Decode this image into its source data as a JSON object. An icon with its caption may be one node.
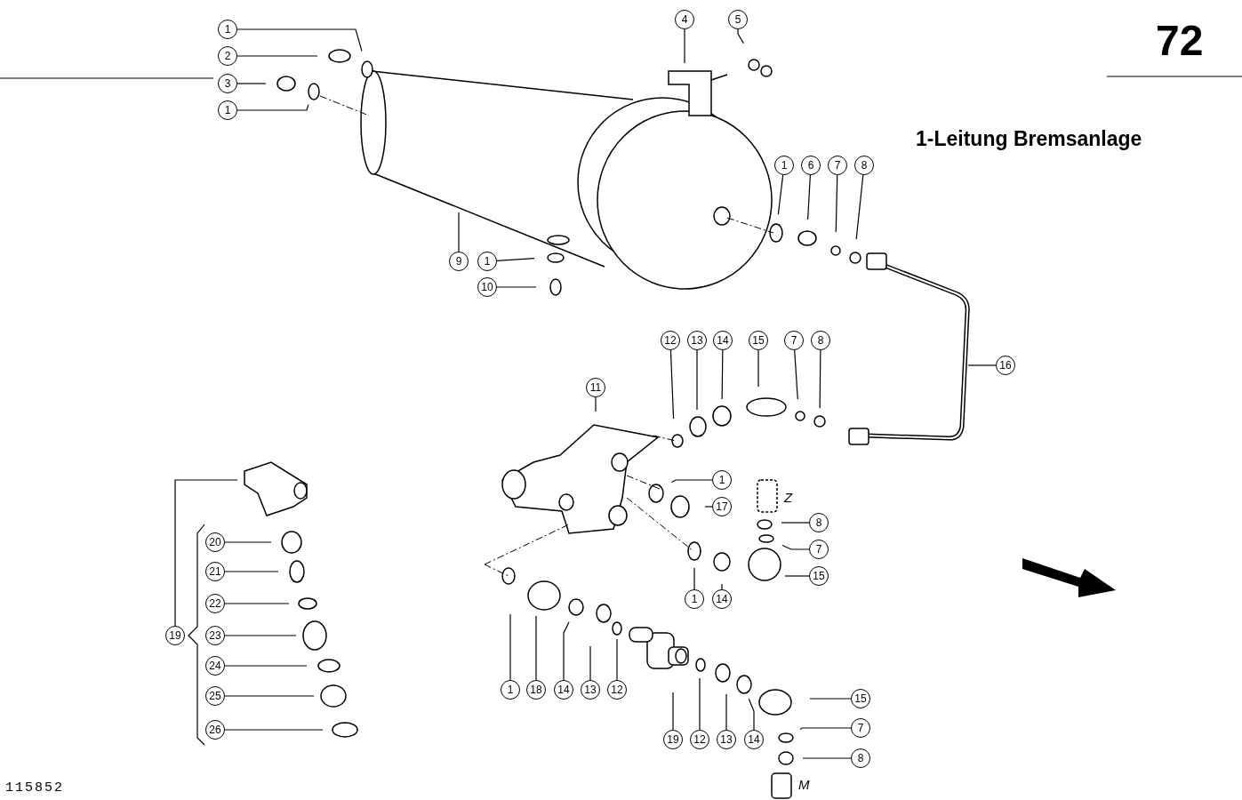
{
  "diagram": {
    "title": "1-Leitung Bremsanlage",
    "nodes": [
      {
        "text": [
          "1"
        ]
      },
      {
        "text": [
          "2"
        ]
      },
      {
        "text": [
          "3"
        ]
      },
      {
        "text": [
          "1"
        ]
      },
      {
        "text": [
          "4"
        ]
      },
      {
        "text": [
          "5"
        ]
      },
      {
        "text": [
          "9"
        ]
      },
      {
        "text": [
          "1"
        ]
      },
      {
        "text": [
          "10"
        ]
      },
      {
        "text": [
          "1"
        ]
      },
      {
        "text": [
          "6"
        ]
      },
      {
        "text": [
          "7"
        ]
      },
      {
        "text": [
          "8"
        ]
      },
      {
        "text": [
          "16"
        ]
      },
      {
        "text": [
          "12"
        ]
      },
      {
        "text": [
          "13"
        ]
      },
      {
        "text": [
          "14"
        ]
      },
      {
        "text": [
          "15"
        ]
      },
      {
        "text": [
          "7"
        ]
      },
      {
        "text": [
          "8"
        ]
      },
      {
        "text": [
          "11"
        ]
      },
      {
        "text": [
          "1"
        ]
      },
      {
        "text": [
          "17"
        ]
      },
      {
        "text": [
          "8"
        ]
      },
      {
        "text": [
          "7"
        ]
      },
      {
        "text": [
          "15"
        ]
      },
      {
        "text": [
          "1"
        ]
      },
      {
        "text": [
          "14"
        ]
      },
      {
        "text": [
          "1"
        ]
      },
      {
        "text": [
          "18"
        ]
      },
      {
        "text": [
          "14"
        ]
      },
      {
        "text": [
          "13"
        ]
      },
      {
        "text": [
          "12"
        ]
      },
      {
        "text": [
          "19"
        ]
      },
      {
        "text": [
          "12"
        ]
      },
      {
        "text": [
          "13"
        ]
      },
      {
        "text": [
          "14"
        ]
      },
      {
        "text": [
          "15"
        ]
      },
      {
        "text": [
          "7"
        ]
      },
      {
        "text": [
          "8"
        ]
      },
      {
        "text": [
          "19"
        ]
      },
      {
        "text": [
          "20"
        ]
      },
      {
        "text": [
          "21"
        ]
      },
      {
        "text": [
          "22"
        ]
      },
      {
        "text": [
          "23"
        ]
      },
      {
        "text": [
          "24"
        ]
      },
      {
        "text": [
          "25"
        ]
      },
      {
        "text": [
          "26"
        ]
      }
    ],
    "edges": [
      {
        "from": 0,
        "to": null,
        "arrow": "none"
      },
      {
        "from": 1,
        "to": null,
        "arrow": "none"
      },
      {
        "from": 2,
        "to": null,
        "arrow": "none"
      },
      {
        "from": 3,
        "to": null,
        "arrow": "none"
      },
      {
        "from": 4,
        "to": null,
        "arrow": "none"
      },
      {
        "from": 5,
        "to": null,
        "arrow": "none"
      },
      {
        "from": 6,
        "to": null,
        "arrow": "none"
      },
      {
        "from": 7,
        "to": null,
        "arrow": "none"
      },
      {
        "from": 8,
        "to": null,
        "arrow": "none"
      },
      {
        "from": 9,
        "to": null,
        "arrow": "none"
      },
      {
        "from": 10,
        "to": null,
        "arrow": "none"
      },
      {
        "from": 11,
        "to": null,
        "arrow": "none"
      },
      {
        "from": 12,
        "to": null,
        "arrow": "none"
      },
      {
        "from": 13,
        "to": null,
        "arrow": "none"
      },
      {
        "from": 14,
        "to": null,
        "arrow": "none"
      },
      {
        "from": 15,
        "to": null,
        "arrow": "none"
      },
      {
        "from": 16,
        "to": null,
        "arrow": "none"
      },
      {
        "from": 17,
        "to": null,
        "arrow": "none"
      },
      {
        "from": 18,
        "to": null,
        "arrow": "none"
      },
      {
        "from": 19,
        "to": null,
        "arrow": "none"
      },
      {
        "from": 20,
        "to": null,
        "arrow": "none"
      },
      {
        "from": 21,
        "to": null,
        "arrow": "none"
      },
      {
        "from": 22,
        "to": null,
        "arrow": "none"
      },
      {
        "from": 23,
        "to": null,
        "arrow": "none"
      },
      {
        "from": 24,
        "to": null,
        "arrow": "none"
      },
      {
        "from": 25,
        "to": null,
        "arrow": "none"
      },
      {
        "from": 26,
        "to": null,
        "arrow": "none"
      },
      {
        "from": 27,
        "to": null,
        "arrow": "none"
      },
      {
        "from": 28,
        "to": null,
        "arrow": "none"
      },
      {
        "from": 29,
        "to": null,
        "arrow": "none"
      },
      {
        "from": 30,
        "to": null,
        "arrow": "none"
      },
      {
        "from": 31,
        "to": null,
        "arrow": "none"
      },
      {
        "from": 32,
        "to": null,
        "arrow": "none"
      },
      {
        "from": 33,
        "to": null,
        "arrow": "none"
      },
      {
        "from": 34,
        "to": null,
        "arrow": "none"
      },
      {
        "from": 35,
        "to": null,
        "arrow": "none"
      },
      {
        "from": 36,
        "to": null,
        "arrow": "none"
      },
      {
        "from": 37,
        "to": null,
        "arrow": "none"
      },
      {
        "from": 38,
        "to": null,
        "arrow": "none"
      },
      {
        "from": 39,
        "to": null,
        "arrow": "none"
      },
      {
        "from": 40,
        "to": null,
        "arrow": "none"
      },
      {
        "from": 41,
        "to": null,
        "arrow": "none"
      },
      {
        "from": 42,
        "to": null,
        "arrow": "none"
      },
      {
        "from": 43,
        "to": null,
        "arrow": "none"
      },
      {
        "from": 44,
        "to": null,
        "arrow": "none"
      },
      {
        "from": 45,
        "to": null,
        "arrow": "none"
      },
      {
        "from": 46,
        "to": null,
        "arrow": "none"
      },
      {
        "from": 47,
        "to": null,
        "arrow": "none"
      }
    ],
    "labels": [
      "72",
      "Z",
      "M",
      "115852"
    ]
  }
}
